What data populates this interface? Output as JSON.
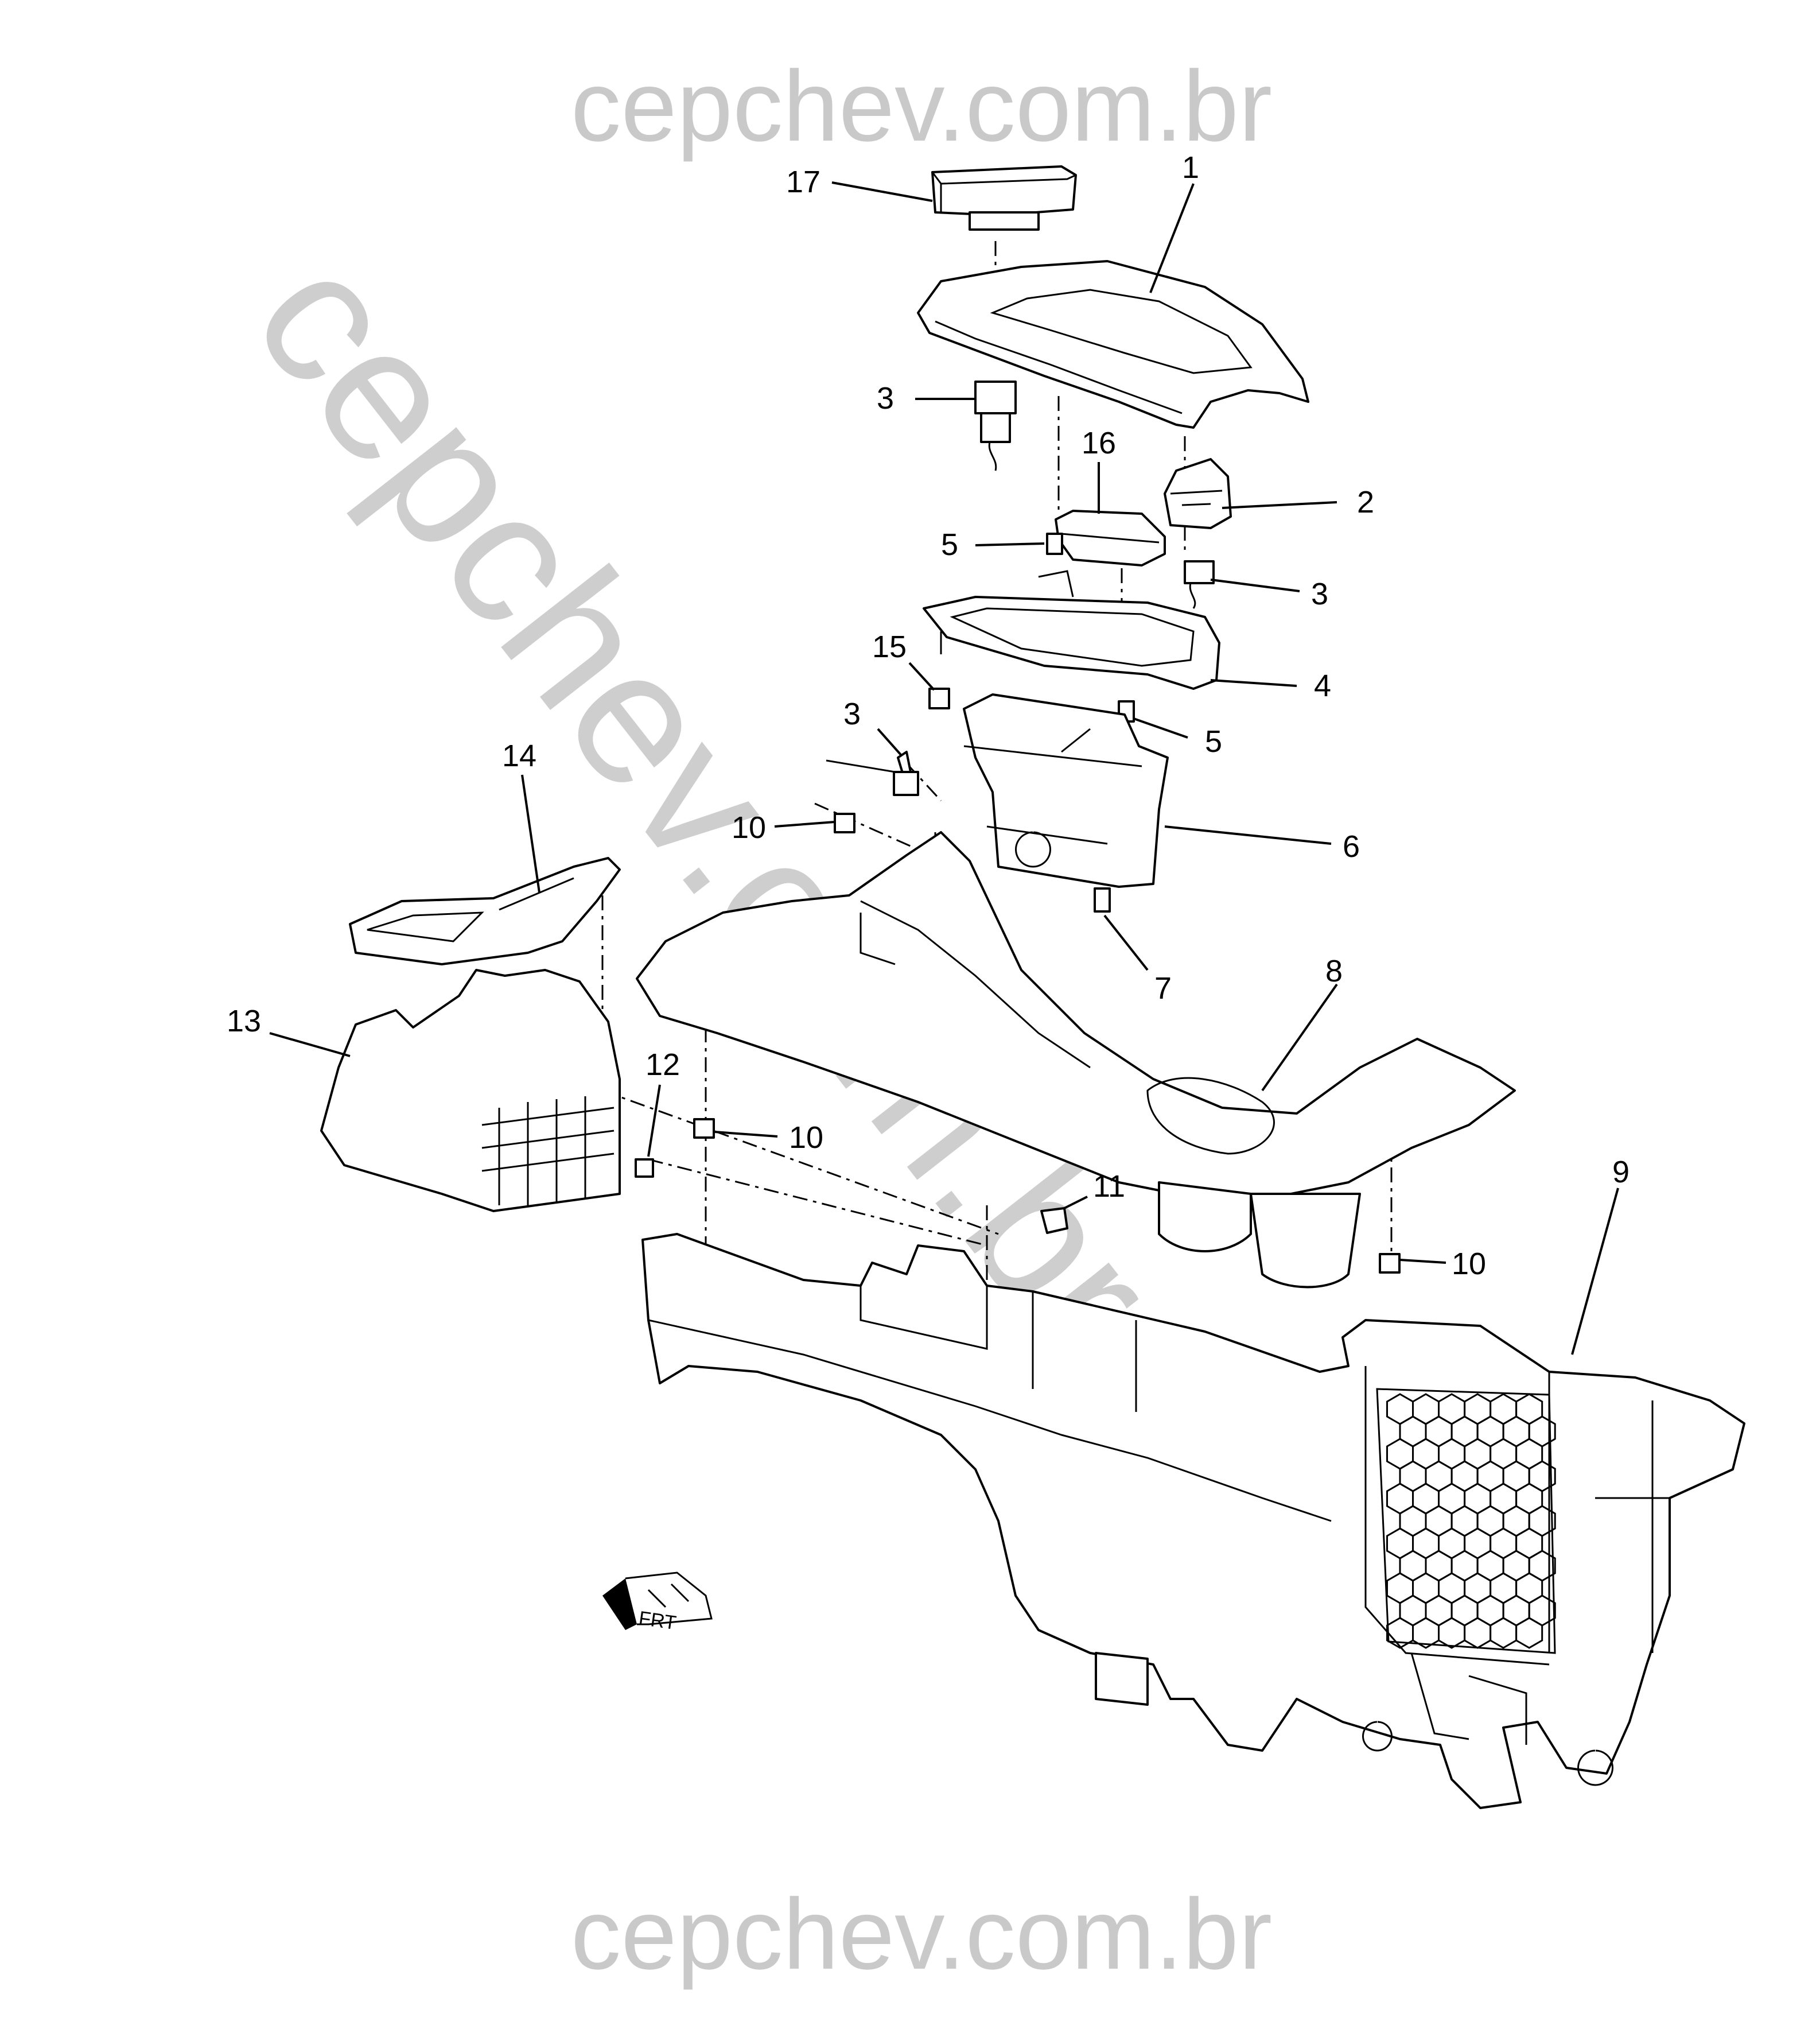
{
  "watermark": {
    "top": "cepchev.com.br",
    "bottom": "cepchev.com.br",
    "diagonal": "cepchev.com.br"
  },
  "callouts": [
    {
      "id": "17",
      "label": "17"
    },
    {
      "id": "1",
      "label": "1"
    },
    {
      "id": "3a",
      "label": "3"
    },
    {
      "id": "16",
      "label": "16"
    },
    {
      "id": "2",
      "label": "2"
    },
    {
      "id": "5a",
      "label": "5"
    },
    {
      "id": "3b",
      "label": "3"
    },
    {
      "id": "15",
      "label": "15"
    },
    {
      "id": "4",
      "label": "4"
    },
    {
      "id": "3c",
      "label": "3"
    },
    {
      "id": "5b",
      "label": "5"
    },
    {
      "id": "14",
      "label": "14"
    },
    {
      "id": "10a",
      "label": "10"
    },
    {
      "id": "6",
      "label": "6"
    },
    {
      "id": "7",
      "label": "7"
    },
    {
      "id": "8",
      "label": "8"
    },
    {
      "id": "13",
      "label": "13"
    },
    {
      "id": "12",
      "label": "12"
    },
    {
      "id": "10b",
      "label": "10"
    },
    {
      "id": "11",
      "label": "11"
    },
    {
      "id": "9",
      "label": "9"
    },
    {
      "id": "10c",
      "label": "10"
    }
  ],
  "front_indicator": {
    "label": "FRT",
    "icon": "front-arrow-icon"
  }
}
